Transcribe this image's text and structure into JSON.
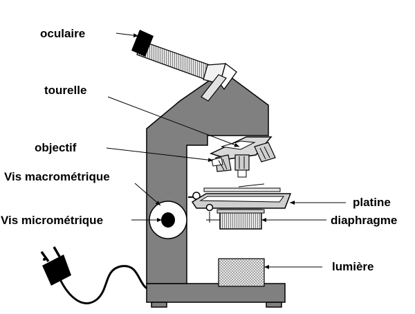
{
  "diagram": {
    "labels": {
      "oculaire": "oculaire",
      "tourelle": "tourelle",
      "objectif": "objectif",
      "vis_macro": "Vis  macrométrique",
      "vis_micro": "Vis  micrométrique",
      "platine": "platine",
      "diaphragme": "diaphragme",
      "lumiere": "lumière"
    }
  },
  "colors": {
    "body": "#808080",
    "light_gray": "#cfcfcf",
    "outline": "#000000",
    "background": "#ffffff"
  }
}
